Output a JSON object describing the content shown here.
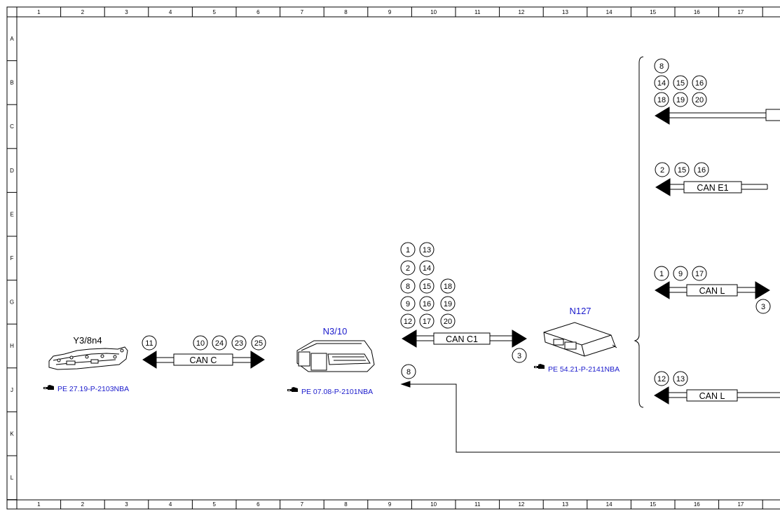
{
  "frame": {
    "col_labels": [
      "1",
      "2",
      "3",
      "4",
      "5",
      "6",
      "7",
      "8",
      "9",
      "10",
      "11",
      "12",
      "13",
      "14",
      "15",
      "16",
      "17"
    ],
    "row_labels": [
      "A",
      "B",
      "C",
      "D",
      "E",
      "F",
      "G",
      "H",
      "J",
      "K",
      "L"
    ]
  },
  "components": {
    "y3_8n4": {
      "name": "Y3/8n4",
      "ref": "PE 27.19-P-2103NBA"
    },
    "n3_10": {
      "name": "N3/10",
      "ref": "PE 07.08-P-2101NBA"
    },
    "n127": {
      "name": "N127",
      "ref": "PE 54.21-P-2141NBA"
    }
  },
  "buses": {
    "can_c": {
      "label": "CAN C",
      "circles": [
        "11",
        "10",
        "24",
        "23",
        "25"
      ]
    },
    "can_c1": {
      "label": "CAN C1",
      "circles": [
        "1",
        "13",
        "2",
        "14",
        "8",
        "15",
        "18",
        "9",
        "16",
        "19",
        "12",
        "17",
        "20"
      ],
      "circle_right": "3"
    },
    "line_8": {
      "circle": "8"
    },
    "bus_top": {
      "circles": [
        "8",
        "14",
        "15",
        "16",
        "18",
        "19",
        "20"
      ]
    },
    "can_e1": {
      "label": "CAN E1",
      "circles": [
        "2",
        "15",
        "16"
      ]
    },
    "can_l_1": {
      "label": "CAN L",
      "circles": [
        "1",
        "9",
        "17"
      ],
      "circle_right": "3"
    },
    "can_l_2": {
      "label": "CAN L",
      "circles": [
        "12",
        "13"
      ]
    }
  },
  "colors": {
    "line": "#000000",
    "blue": "#1a1acc"
  },
  "icons": {
    "ref": "pointing-hand-icon"
  }
}
